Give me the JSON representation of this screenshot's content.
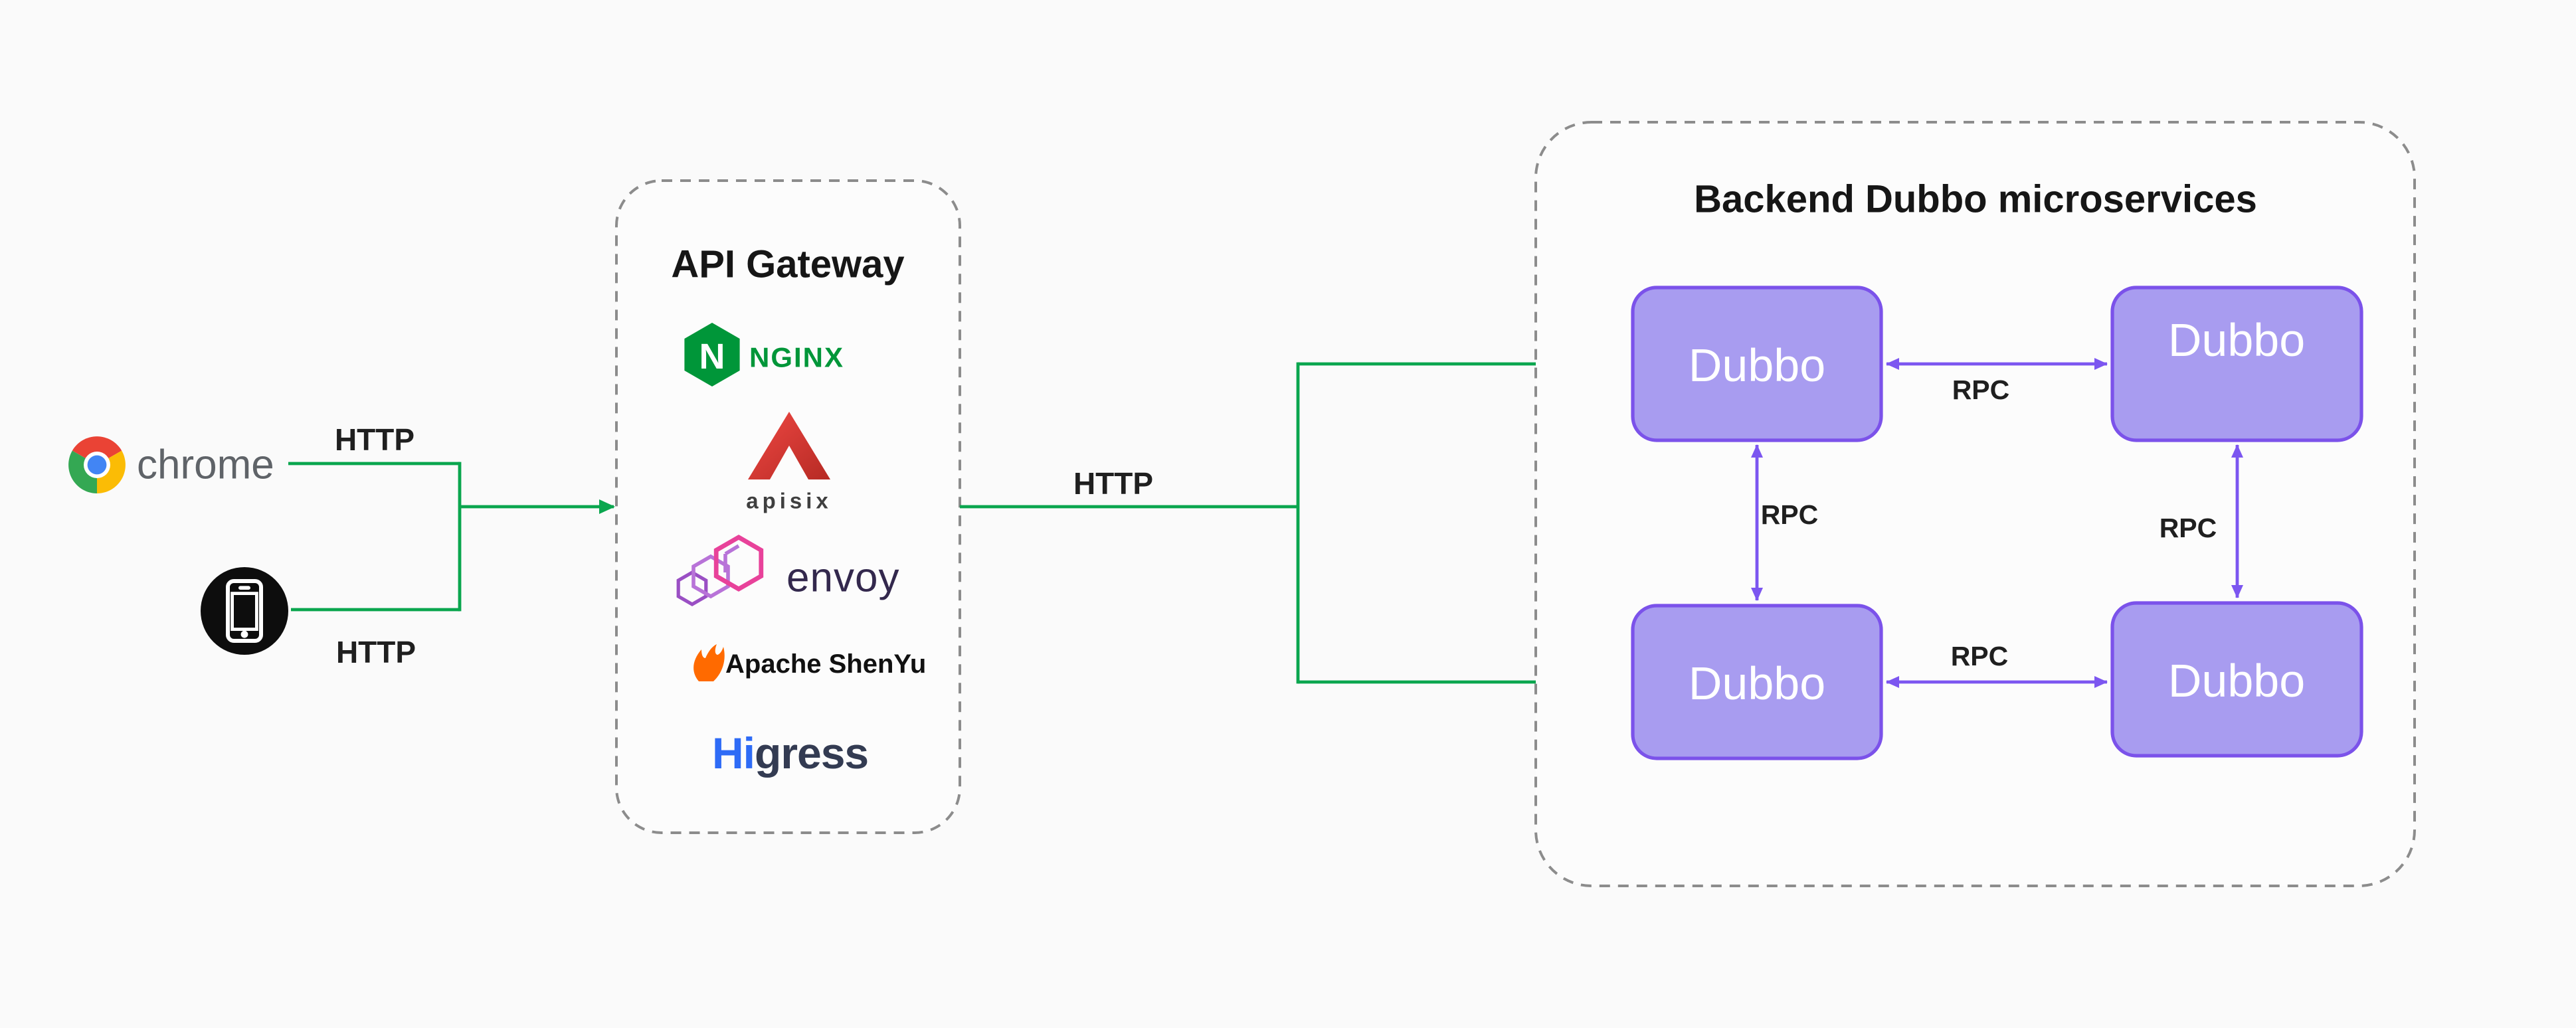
{
  "colors": {
    "green": "#0aa64e",
    "purple": "#7c56f0",
    "node_fill": "#a89cf0",
    "node_border": "#7b52ea",
    "dash": "#8c8c8c",
    "text": "#1f1f1f",
    "chrome_text": "#5f6368",
    "nginx_green": "#009639",
    "apisix_red": "#d8342c",
    "envoy_pink": "#e8429a",
    "envoy_purple": "#9a4fc4",
    "envoy_text": "#33284d",
    "shenyu_orange": "#ff6a00",
    "higress_blue": "#2e6bf6",
    "higress_dark": "#333b52",
    "dubbo_text": "#ffffff"
  },
  "clients": {
    "chrome": {
      "label": "chrome",
      "http_label": "HTTP"
    },
    "mobile": {
      "http_label": "HTTP"
    }
  },
  "gateway": {
    "title": "API Gateway",
    "http_out_label": "HTTP",
    "logos": {
      "nginx": {
        "name": "nginx-logo",
        "n_letter": "N",
        "text": "NGINX"
      },
      "apisix": {
        "name": "apisix-logo",
        "text": "apisix"
      },
      "envoy": {
        "name": "envoy-logo",
        "text": "envoy"
      },
      "shenyu": {
        "name": "apache-shenyu-logo",
        "text": "Apache ShenYu"
      },
      "higress": {
        "name": "higress-logo",
        "text_hi": "Hi",
        "text_gress": "gress"
      }
    }
  },
  "backend": {
    "title": "Backend Dubbo microservices",
    "nodes": [
      {
        "label": "Dubbo"
      },
      {
        "label": "Dubbo"
      },
      {
        "label": "Dubbo"
      },
      {
        "label": "Dubbo"
      }
    ],
    "rpc": {
      "top": "RPC",
      "left": "RPC",
      "right": "RPC",
      "bottom": "RPC"
    }
  }
}
